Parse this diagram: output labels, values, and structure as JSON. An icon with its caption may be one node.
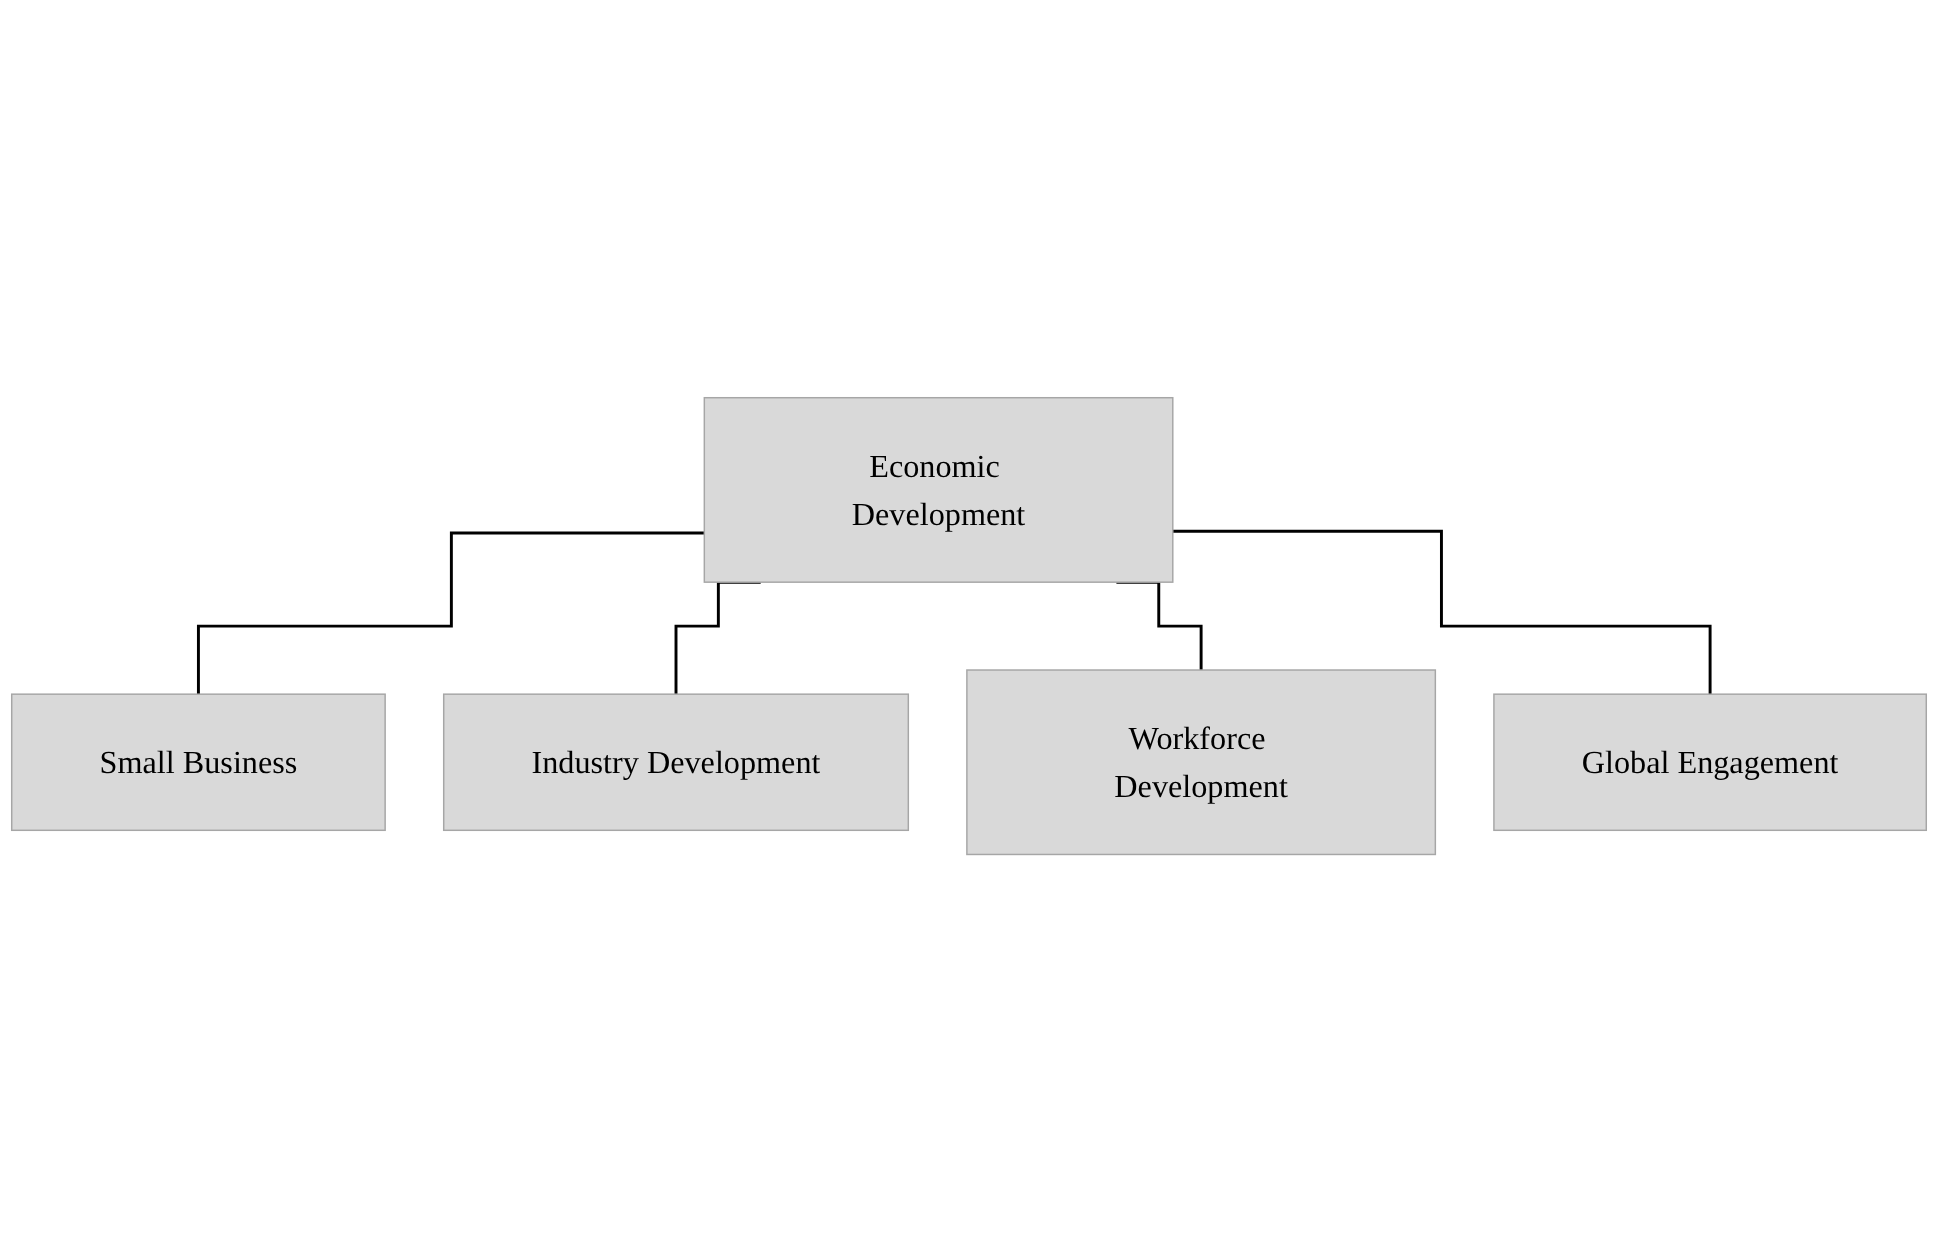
{
  "diagram": {
    "nodes": [
      {
        "text": [
          "Economic Development"
        ]
      },
      {
        "text": [
          "Small Business"
        ]
      },
      {
        "text": [
          "Industry Development"
        ]
      },
      {
        "text": [
          "Workforce Development"
        ]
      },
      {
        "text": [
          "Global Engagement"
        ]
      }
    ],
    "edges": [
      {
        "from": 0,
        "to": 1,
        "arrow": "none"
      },
      {
        "from": 0,
        "to": 2,
        "arrow": "none"
      },
      {
        "from": 0,
        "to": 3,
        "arrow": "none"
      },
      {
        "from": 0,
        "to": 4,
        "arrow": "none"
      }
    ]
  }
}
